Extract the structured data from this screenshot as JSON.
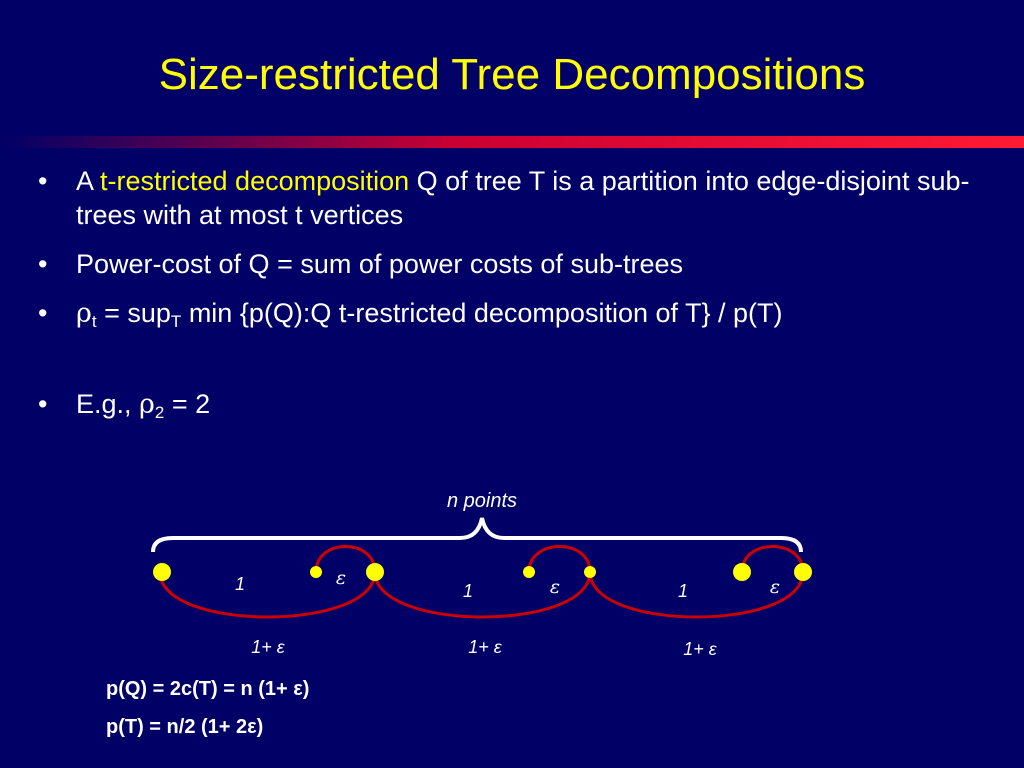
{
  "title": "Size-restricted Tree Decompositions",
  "bullets": {
    "b1_pre": "A ",
    "b1_term": "t-restricted decomposition",
    "b1_post": " Q of tree T is a partition into edge-disjoint sub-trees with at most t vertices",
    "b2": "Power-cost of Q = sum of power costs of sub-trees",
    "b3_rho": "ρ",
    "b3_sub": "t",
    "b3_mid": " = sup",
    "b3_sub2": "T",
    "b3_post": " min {p(Q):Q  t-restricted decomposition of T} / p(T)",
    "b4_pre": "E.g., ",
    "b4_rho": "ρ",
    "b4_sub": "2",
    "b4_post": " = 2",
    "bullet_char": "•"
  },
  "diagram": {
    "brace_label": "n points",
    "edge_labels": [
      "1",
      "1",
      "1"
    ],
    "eps_labels": [
      "ε",
      "ε",
      "ε"
    ],
    "bottom_labels": [
      "1+ ε",
      "1+ ε",
      "1+ ε"
    ]
  },
  "formulas": {
    "pq": "p(Q) = 2c(T) = n (1+ ε)",
    "pt": "p(T) =  n/2 (1+ 2ε)"
  },
  "colors": {
    "background": "#000066",
    "title": "#ffff00",
    "highlight": "#ffff00",
    "point": "#ffff00",
    "arc": "#cc0000",
    "text": "#ffffff"
  }
}
